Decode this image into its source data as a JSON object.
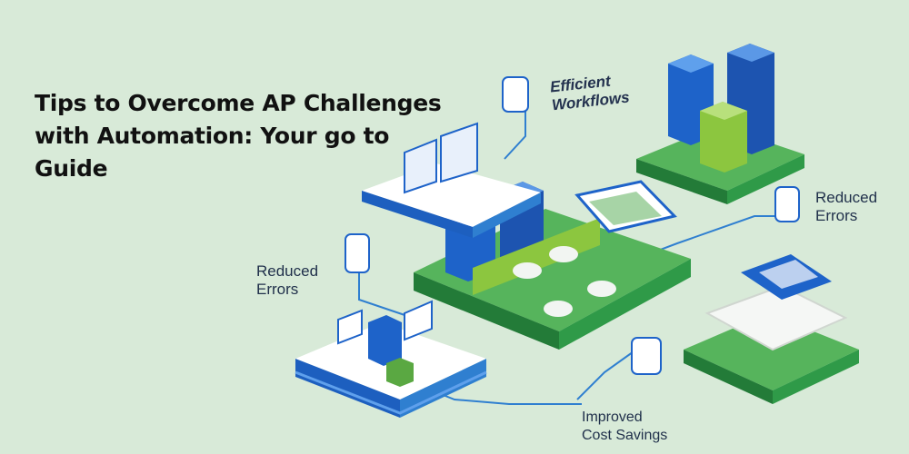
{
  "title": "Tips to Overcome AP Challenges with Automation: Your go to Guide",
  "labels": {
    "efficient_workflows": "Efficient\nWorkflows",
    "reduced_errors_right": "Reduced\nErrors",
    "reduced_errors_left": "Reduced\nErrors",
    "improved_cost_savings": "Improved\nCost Savings"
  },
  "colors": {
    "background": "#d8ead8",
    "green": "#2f9a48",
    "blue": "#1e63c9",
    "lime": "#8cc63f"
  }
}
